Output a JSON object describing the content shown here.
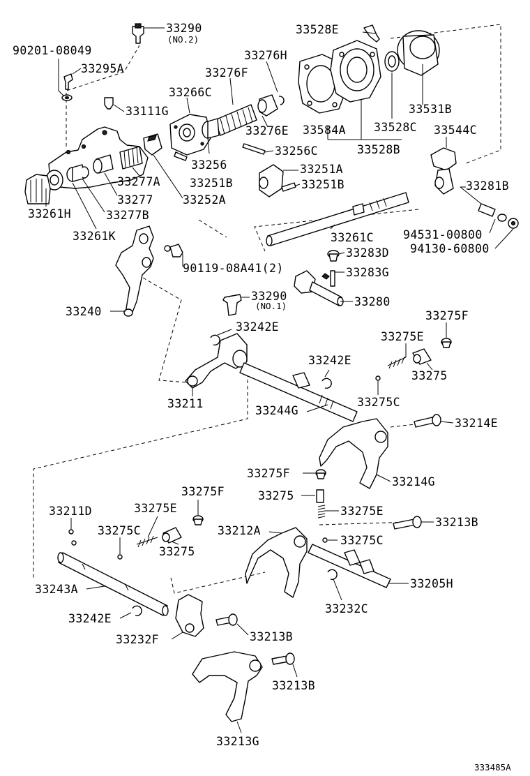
{
  "diagram_id": "333485A",
  "labels": [
    {
      "key": "p33290_top",
      "text": "33290"
    },
    {
      "key": "p33290_top_sub",
      "text": "(NO.2)"
    },
    {
      "key": "p90201",
      "text": "90201-08049"
    },
    {
      "key": "p33295A",
      "text": "33295A"
    },
    {
      "key": "p33528E",
      "text": "33528E"
    },
    {
      "key": "p33276H",
      "text": "33276H"
    },
    {
      "key": "p33276F",
      "text": "33276F"
    },
    {
      "key": "p33266C",
      "text": "33266C"
    },
    {
      "key": "p33111G",
      "text": "33111G"
    },
    {
      "key": "p33276E",
      "text": "33276E"
    },
    {
      "key": "p33584A",
      "text": "33584A"
    },
    {
      "key": "p33528C",
      "text": "33528C"
    },
    {
      "key": "p33531B",
      "text": "33531B"
    },
    {
      "key": "p33544C",
      "text": "33544C"
    },
    {
      "key": "p33528B",
      "text": "33528B"
    },
    {
      "key": "p33256C",
      "text": "33256C"
    },
    {
      "key": "p33256",
      "text": "33256"
    },
    {
      "key": "p33251A",
      "text": "33251A"
    },
    {
      "key": "p33251B_a",
      "text": "33251B"
    },
    {
      "key": "p33251B_b",
      "text": "33251B"
    },
    {
      "key": "p33277A",
      "text": "33277A"
    },
    {
      "key": "p33277",
      "text": "33277"
    },
    {
      "key": "p33252A",
      "text": "33252A"
    },
    {
      "key": "p33261H",
      "text": "33261H"
    },
    {
      "key": "p33277B",
      "text": "33277B"
    },
    {
      "key": "p33261K",
      "text": "33261K"
    },
    {
      "key": "p33281B",
      "text": "33281B"
    },
    {
      "key": "p94531",
      "text": "94531-00800"
    },
    {
      "key": "p94130",
      "text": "94130-60800"
    },
    {
      "key": "p33261C",
      "text": "33261C"
    },
    {
      "key": "p33283D",
      "text": "33283D"
    },
    {
      "key": "p90119",
      "text": "90119-08A41(2)"
    },
    {
      "key": "p33283G",
      "text": "33283G"
    },
    {
      "key": "p33290_mid",
      "text": "33290"
    },
    {
      "key": "p33290_mid_sub",
      "text": "(NO.1)"
    },
    {
      "key": "p33280",
      "text": "33280"
    },
    {
      "key": "p33240",
      "text": "33240"
    },
    {
      "key": "p33275F_a",
      "text": "33275F"
    },
    {
      "key": "p33242E_a",
      "text": "33242E"
    },
    {
      "key": "p33275E_a",
      "text": "33275E"
    },
    {
      "key": "p33242E_b",
      "text": "33242E"
    },
    {
      "key": "p33275_a",
      "text": "33275"
    },
    {
      "key": "p33211",
      "text": "33211"
    },
    {
      "key": "p33244G",
      "text": "33244G"
    },
    {
      "key": "p33275C_a",
      "text": "33275C"
    },
    {
      "key": "p33214E",
      "text": "33214E"
    },
    {
      "key": "p33275F_b",
      "text": "33275F"
    },
    {
      "key": "p33214G",
      "text": "33214G"
    },
    {
      "key": "p33275_b",
      "text": "33275"
    },
    {
      "key": "p33275F_c",
      "text": "33275F"
    },
    {
      "key": "p33275E_b",
      "text": "33275E"
    },
    {
      "key": "p33211D",
      "text": "33211D"
    },
    {
      "key": "p33275E_c",
      "text": "33275E"
    },
    {
      "key": "p33213B_a",
      "text": "33213B"
    },
    {
      "key": "p33212A",
      "text": "33212A"
    },
    {
      "key": "p33275C_b",
      "text": "33275C"
    },
    {
      "key": "p33275C_c",
      "text": "33275C"
    },
    {
      "key": "p33275_c",
      "text": "33275"
    },
    {
      "key": "p33205H",
      "text": "33205H"
    },
    {
      "key": "p33243A",
      "text": "33243A"
    },
    {
      "key": "p33232C",
      "text": "33232C"
    },
    {
      "key": "p33242E_c",
      "text": "33242E"
    },
    {
      "key": "p33232F",
      "text": "33232F"
    },
    {
      "key": "p33213B_b",
      "text": "33213B"
    },
    {
      "key": "p33213B_c",
      "text": "33213B"
    },
    {
      "key": "p33213G",
      "text": "33213G"
    }
  ]
}
